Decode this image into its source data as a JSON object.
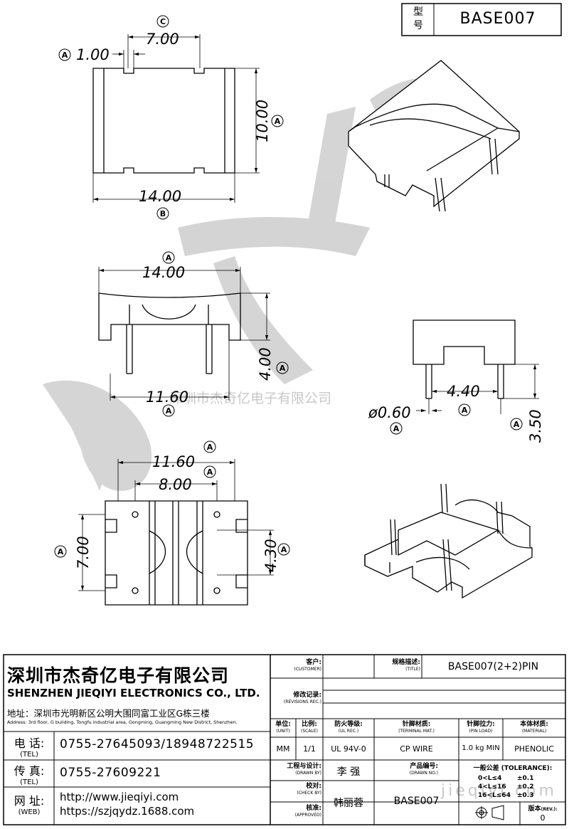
{
  "model": {
    "label_line1": "型",
    "label_line2": "号",
    "value": "BASE007"
  },
  "watermark": {
    "text": "深圳市杰奇亿电子有限公司",
    "url": "jieqiyi.com"
  },
  "top_view": {
    "dim_width": "14.00",
    "dim_width_ref": "B",
    "dim_height": "10.00",
    "dim_height_ref": "A",
    "dim_notch": "1.00",
    "dim_notch_ref": "A",
    "dim_notch_gap": "7.00",
    "dim_notch_gap_ref": "C"
  },
  "front_view": {
    "dim_width": "14.00",
    "dim_width_ref": "A",
    "dim_height": "4.00",
    "dim_height_ref": "A",
    "dim_pin_span": "11.60",
    "dim_pin_span_ref": "A"
  },
  "side_view": {
    "dim_pin_span": "4.40",
    "dim_pin_span_ref": "A",
    "dim_pin_dia": "ø0.60",
    "dim_pin_dia_ref": "A",
    "dim_pin_len": "3.50",
    "dim_pin_len_ref": "A"
  },
  "bottom_view": {
    "dim_outer": "11.60",
    "dim_outer_ref": "A",
    "dim_inner": "8.00",
    "dim_inner_ref": "A",
    "dim_height": "7.00",
    "dim_height_ref": "A",
    "dim_pin_rows": "4.30",
    "dim_pin_rows_ref": "A"
  },
  "company": {
    "name_cn": "深圳市杰奇亿电子有限公司",
    "name_en": "SHENZHEN JIEQIYI ELECTRONICS CO., LTD.",
    "address_label": "地址：",
    "address_cn": "深圳市光明新区公明大围同富工业区G栋三楼",
    "address_en": "Address: 3rd floor, G building, Tongfu industrial area, Gongming, Guangming New District, Shenzhen.",
    "tel_label": "电 话:",
    "tel_sub": "(TEL)",
    "tel_value": "0755-27645093/18948722515",
    "fax_label": "传 真:",
    "fax_sub": "(TEL)",
    "fax_value": "0755-27609221",
    "web_label": "网 址:",
    "web_sub": "(WEB)",
    "web_value1": "http://www.jieqiyi.com",
    "web_value2": "https://szjqydz.1688.com"
  },
  "title_block": {
    "customer_label": "客户:",
    "customer_sub": "(CUSTOMER)",
    "customer_value": "",
    "title_label": "规格描述:",
    "title_sub": "(TITLE)",
    "title_value": "BASE007(2+2)PIN",
    "revisions_label": "修改记录:",
    "revisions_sub": "(REVISIONS REC.)",
    "unit_label": "单位:",
    "unit_sub": "(UNIT)",
    "unit_value": "MM",
    "scale_label": "比例:",
    "scale_sub": "(SCALE)",
    "scale_value": "1/1",
    "ul_label": "防火等级:",
    "ul_sub": "(UL REC.)",
    "ul_value": "UL 94V-0",
    "terminal_label": "针脚材质:",
    "terminal_sub": "(TERMINAL MAT.)",
    "terminal_value": "CP WIRE",
    "pinload_label": "针脚拉力:",
    "pinload_sub": "(PIN LOAD)",
    "pinload_value": "1.0 kg MIN",
    "material_label": "本体材质:",
    "material_sub": "(MATERIAL)",
    "material_value": "PHENOLIC",
    "drawn_label": "工程与设计:",
    "drawn_sub": "(DRAWN BY)",
    "drawn_value": "李  强",
    "drawno_label": "产品编号:",
    "drawno_sub": "(DRAWN NO.)",
    "drawno_value": "BASE007",
    "check_label": "校对:",
    "check_sub": "(CHECK BY)",
    "check_value": "韩丽蓉",
    "approved_label": "核准:",
    "approved_sub": "(APPROVED)",
    "tolerance_label": "一般公差 (TOLERANCE):",
    "tol_rows": [
      {
        "range": "0<L≤4",
        "value": "±0.1"
      },
      {
        "range": "4<L≤16",
        "value": "±0.2"
      },
      {
        "range": "16<L≤64",
        "value": "±0.3"
      }
    ],
    "rev_label": "版本",
    "rev_sub": "(REV.):",
    "rev_value": "0"
  }
}
